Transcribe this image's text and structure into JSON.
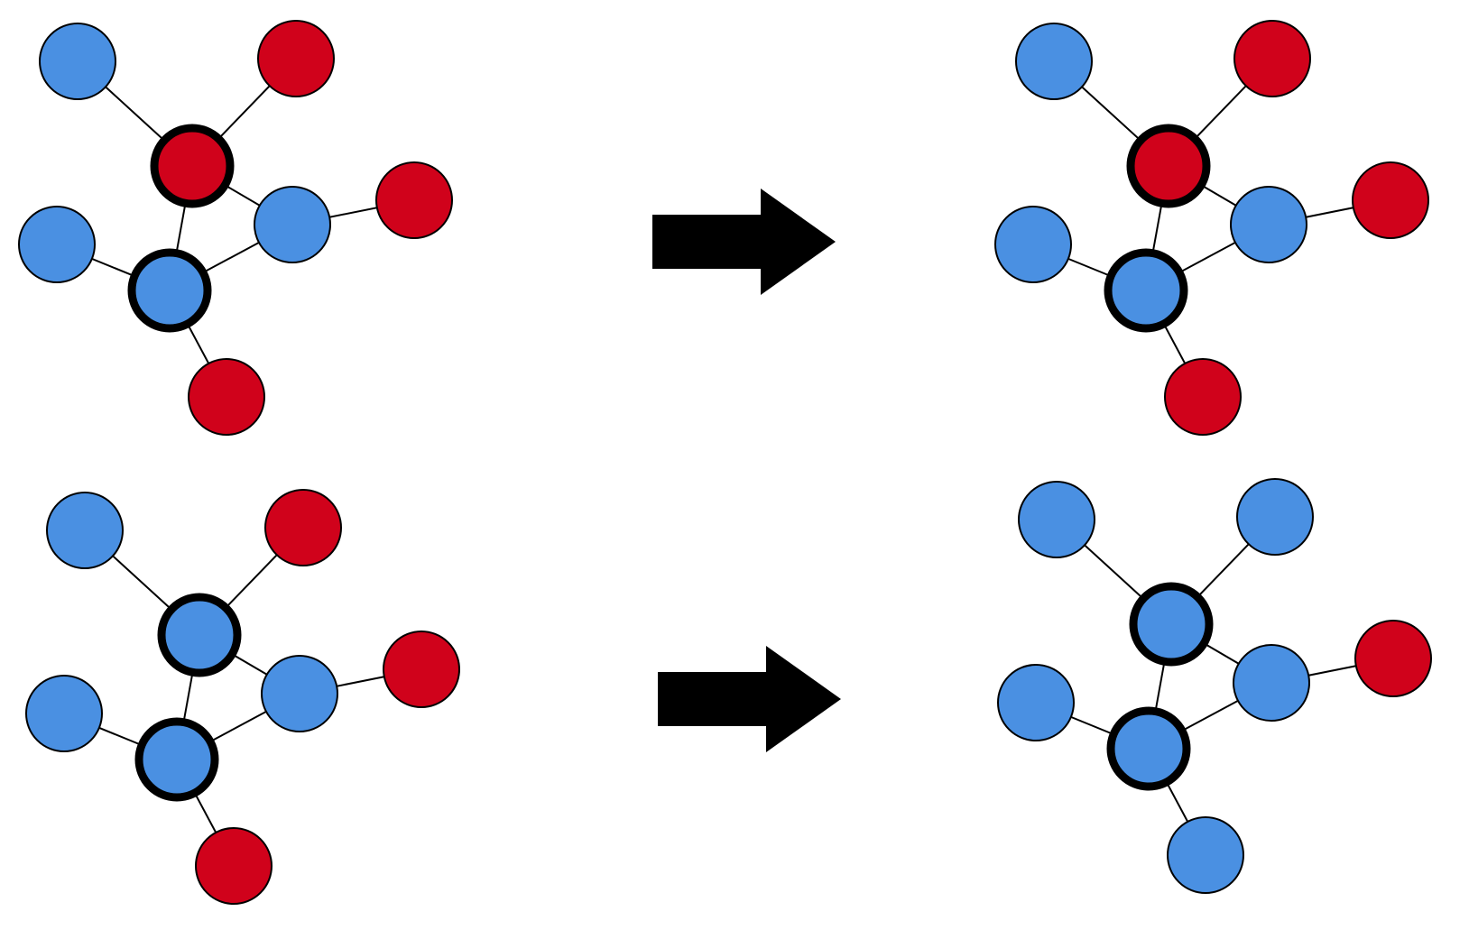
{
  "colors": {
    "blue": "#4a90e2",
    "red": "#d0021b",
    "edge": "#000000",
    "arrow": "#000000",
    "background": "#ffffff"
  },
  "panels": [
    {
      "id": "top-before",
      "nodes": [
        {
          "id": "tl",
          "color": "blue",
          "highlight": false
        },
        {
          "id": "tr",
          "color": "red",
          "highlight": false
        },
        {
          "id": "center-top",
          "color": "red",
          "highlight": true
        },
        {
          "id": "mid-right",
          "color": "blue",
          "highlight": false
        },
        {
          "id": "far-right",
          "color": "red",
          "highlight": false
        },
        {
          "id": "left",
          "color": "blue",
          "highlight": false
        },
        {
          "id": "center-bottom",
          "color": "blue",
          "highlight": true
        },
        {
          "id": "bottom",
          "color": "red",
          "highlight": false
        }
      ]
    },
    {
      "id": "top-after",
      "nodes": [
        {
          "id": "tl",
          "color": "blue",
          "highlight": false
        },
        {
          "id": "tr",
          "color": "red",
          "highlight": false
        },
        {
          "id": "center-top",
          "color": "red",
          "highlight": true
        },
        {
          "id": "mid-right",
          "color": "blue",
          "highlight": false
        },
        {
          "id": "far-right",
          "color": "red",
          "highlight": false
        },
        {
          "id": "left",
          "color": "blue",
          "highlight": false
        },
        {
          "id": "center-bottom",
          "color": "blue",
          "highlight": true
        },
        {
          "id": "bottom",
          "color": "red",
          "highlight": false
        }
      ]
    },
    {
      "id": "bottom-before",
      "nodes": [
        {
          "id": "tl",
          "color": "blue",
          "highlight": false
        },
        {
          "id": "tr",
          "color": "red",
          "highlight": false
        },
        {
          "id": "center-top",
          "color": "blue",
          "highlight": true
        },
        {
          "id": "mid-right",
          "color": "blue",
          "highlight": false
        },
        {
          "id": "far-right",
          "color": "red",
          "highlight": false
        },
        {
          "id": "left",
          "color": "blue",
          "highlight": false
        },
        {
          "id": "center-bottom",
          "color": "blue",
          "highlight": true
        },
        {
          "id": "bottom",
          "color": "red",
          "highlight": false
        }
      ]
    },
    {
      "id": "bottom-after",
      "nodes": [
        {
          "id": "tl",
          "color": "blue",
          "highlight": false
        },
        {
          "id": "tr",
          "color": "blue",
          "highlight": false
        },
        {
          "id": "center-top",
          "color": "blue",
          "highlight": true
        },
        {
          "id": "mid-right",
          "color": "blue",
          "highlight": false
        },
        {
          "id": "far-right",
          "color": "red",
          "highlight": false
        },
        {
          "id": "left",
          "color": "blue",
          "highlight": false
        },
        {
          "id": "center-bottom",
          "color": "blue",
          "highlight": true
        },
        {
          "id": "bottom",
          "color": "blue",
          "highlight": false
        }
      ]
    }
  ],
  "edges": [
    [
      "tl",
      "center-top"
    ],
    [
      "tr",
      "center-top"
    ],
    [
      "center-top",
      "mid-right"
    ],
    [
      "center-top",
      "center-bottom"
    ],
    [
      "mid-right",
      "far-right"
    ],
    [
      "mid-right",
      "center-bottom"
    ],
    [
      "left",
      "center-bottom"
    ],
    [
      "center-bottom",
      "bottom"
    ]
  ],
  "arrows": [
    {
      "id": "top-arrow",
      "direction": "right"
    },
    {
      "id": "bottom-arrow",
      "direction": "right"
    }
  ]
}
